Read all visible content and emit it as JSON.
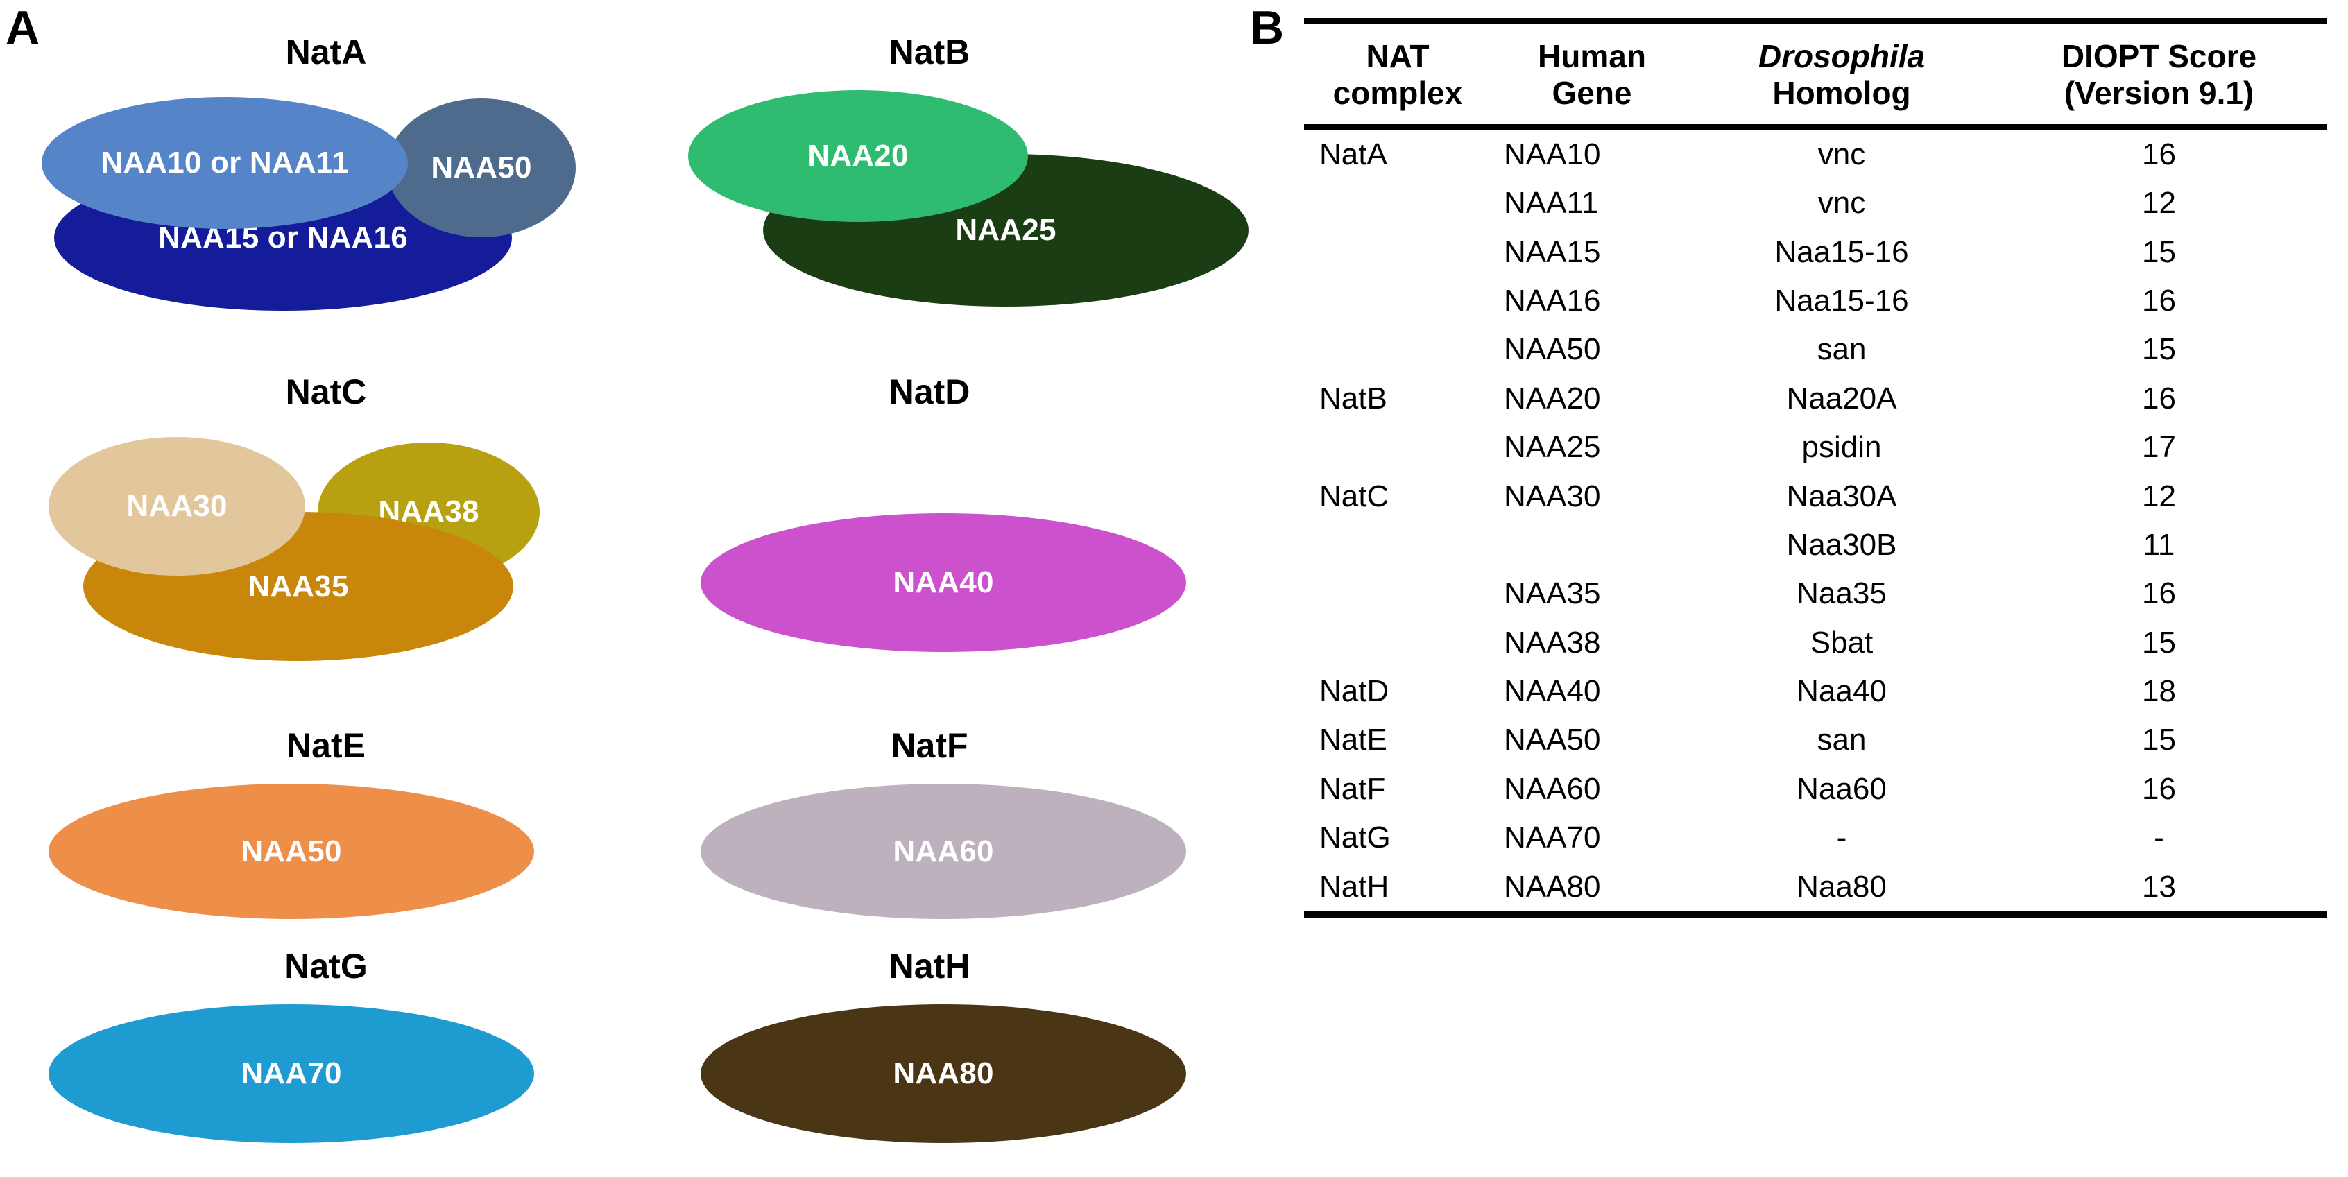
{
  "panels": {
    "a": {
      "letter": "A"
    },
    "b": {
      "letter": "B"
    }
  },
  "complexes": [
    {
      "title": "NatA",
      "subunits": [
        {
          "label": "NAA10 or NAA11",
          "color": "#5585C8"
        },
        {
          "label": "NAA50",
          "color": "#4E6A8C"
        },
        {
          "label": "NAA15 or NAA16",
          "color": "#141C99"
        }
      ]
    },
    {
      "title": "NatB",
      "subunits": [
        {
          "label": "NAA20",
          "color": "#2FBB70"
        },
        {
          "label": "NAA25",
          "color": "#1B3D13"
        }
      ]
    },
    {
      "title": "NatC",
      "subunits": [
        {
          "label": "NAA30",
          "color": "#E2C79D"
        },
        {
          "label": "NAA38",
          "color": "#B8A111"
        },
        {
          "label": "NAA35",
          "color": "#C8860A"
        }
      ]
    },
    {
      "title": "NatD",
      "subunits": [
        {
          "label": "NAA40",
          "color": "#CC51CC"
        }
      ]
    },
    {
      "title": "NatE",
      "subunits": [
        {
          "label": "NAA50",
          "color": "#ED8F49"
        }
      ]
    },
    {
      "title": "NatF",
      "subunits": [
        {
          "label": "NAA60",
          "color": "#BDB1BD"
        }
      ]
    },
    {
      "title": "NatG",
      "subunits": [
        {
          "label": "NAA70",
          "color": "#1E9CD2"
        }
      ]
    },
    {
      "title": "NatH",
      "subunits": [
        {
          "label": "NAA80",
          "color": "#4A3514"
        }
      ]
    }
  ],
  "table": {
    "headers": [
      {
        "line1": "NAT",
        "line2": "complex",
        "italic": false
      },
      {
        "line1": "Human",
        "line2": "Gene",
        "italic": false
      },
      {
        "line1": "Drosophila",
        "line2": "Homolog",
        "italic": true
      },
      {
        "line1": "DIOPT Score",
        "line2": "(Version 9.1)",
        "italic": false
      }
    ],
    "rows": [
      {
        "complex": "NatA",
        "human": "NAA10",
        "homolog": "vnc",
        "score": "16"
      },
      {
        "complex": "",
        "human": "NAA11",
        "homolog": "vnc",
        "score": "12"
      },
      {
        "complex": "",
        "human": "NAA15",
        "homolog": "Naa15-16",
        "score": "15"
      },
      {
        "complex": "",
        "human": "NAA16",
        "homolog": "Naa15-16",
        "score": "16"
      },
      {
        "complex": "",
        "human": "NAA50",
        "homolog": "san",
        "score": "15"
      },
      {
        "complex": "NatB",
        "human": "NAA20",
        "homolog": "Naa20A",
        "score": "16"
      },
      {
        "complex": "",
        "human": "NAA25",
        "homolog": "psidin",
        "score": "17"
      },
      {
        "complex": "NatC",
        "human": "NAA30",
        "homolog": "Naa30A",
        "score": "12"
      },
      {
        "complex": "",
        "human": "",
        "homolog": "Naa30B",
        "score": "11"
      },
      {
        "complex": "",
        "human": "NAA35",
        "homolog": "Naa35",
        "score": "16"
      },
      {
        "complex": "",
        "human": "NAA38",
        "homolog": "Sbat",
        "score": "15"
      },
      {
        "complex": "NatD",
        "human": "NAA40",
        "homolog": "Naa40",
        "score": "18"
      },
      {
        "complex": "NatE",
        "human": "NAA50",
        "homolog": "san",
        "score": "15"
      },
      {
        "complex": "NatF",
        "human": "NAA60",
        "homolog": "Naa60",
        "score": "16"
      },
      {
        "complex": "NatG",
        "human": "NAA70",
        "homolog": "-",
        "score": "-"
      },
      {
        "complex": "NatH",
        "human": "NAA80",
        "homolog": "Naa80",
        "score": "13"
      }
    ]
  }
}
